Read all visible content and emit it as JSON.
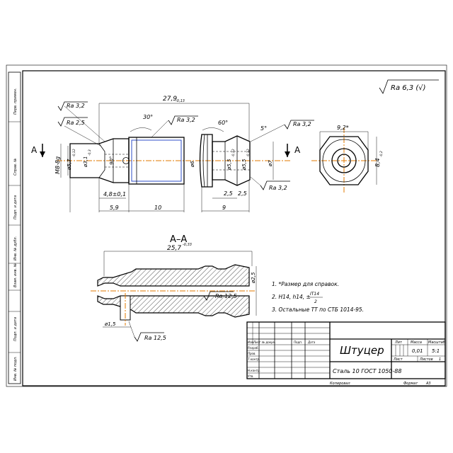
{
  "title_block": {
    "part_name": "Штуцер",
    "material": "Сталь 10 ГОСТ 1050-88",
    "col_lit": "Лит",
    "col_mass": "Масса",
    "col_scale": "Масштаб",
    "mass": "0,01",
    "scale": "5:1",
    "sheet": "Лист",
    "sheets": "Листов",
    "sheets_value": "1",
    "copied": "Копировал",
    "format": "Формат",
    "format_value": "А3",
    "hdr_izm": "Изм",
    "hdr_list": "Лист",
    "hdr_docnum": "№ докум.",
    "hdr_sign": "Подп.",
    "hdr_date": "Дата",
    "r_razrab": "Разраб.",
    "r_prov": "Пров.",
    "r_tkontr": "Т.контр.",
    "r_nkontr": "Н.контр.",
    "r_utv": "Утв."
  },
  "side_stamp": {
    "s1": "Перв. примен.",
    "s2": "Справ. №",
    "s3": "Подп. и дата",
    "s4": "Инв. № дубл.",
    "s5": "Взам. инв. №",
    "s6": "Подп. и дата",
    "s7": "Инв. № подл."
  },
  "roughness": {
    "general": "Ra 6,3 (√)",
    "r1": "Ra 3,2",
    "r2": "Ra 2,5",
    "r3": "Ra 3,2",
    "r4": "Ra 3,2",
    "r5": "Ra 3,2",
    "r6": "Ra 12,5",
    "r7": "Ra 12,5"
  },
  "dimensions": {
    "total_len": "27,9",
    "total_len_tol": "-0,13",
    "angle_30": "30°",
    "angle_60": "60°",
    "angle_5": "5°",
    "angle_90": "90°",
    "thread": "M8-8g",
    "d57": "ø5,7",
    "d57_tol": "-0,12",
    "d31": "ø3,1",
    "d31_tol": "-0,3",
    "d6": "ø6",
    "d55a": "ø5,5",
    "d55a_tol": "-0,12",
    "d55b": "ø5,5",
    "d55b_tol": "-0,12",
    "d7": "ø7",
    "len_48": "4,8±0,1",
    "len_59": "5,9",
    "len_10": "10",
    "len_9": "9",
    "len_25a": "2,5",
    "len_25b": "2,5",
    "hex_width": "9,2*",
    "hex_height": "8,4",
    "hex_height_tol": "-0,2",
    "sec_len": "25,7",
    "sec_len_tol": "-0,33",
    "sec_d25": "ø2,5",
    "sec_d15": "ø1,5",
    "view_left": "A",
    "view_right": "A",
    "section_label": "А–А"
  },
  "notes": {
    "n1": "1. *Размер для справок.",
    "n2a": "2. H14, h14, ±",
    "n2_num": "IT14",
    "n2_den": "2",
    "n3": "3. Остальные ТТ по СТБ 1014-95."
  }
}
